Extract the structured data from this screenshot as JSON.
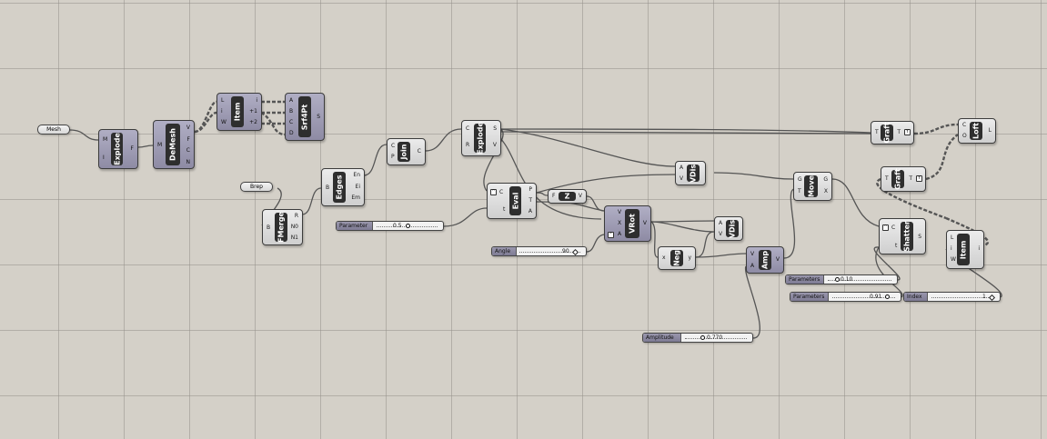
{
  "params": {
    "mesh": "Mesh",
    "brep": "Brep"
  },
  "components": {
    "explode1": {
      "title": "Explode",
      "in": [
        "M",
        "I"
      ],
      "out": [
        "F"
      ]
    },
    "demesh": {
      "title": "DeMesh",
      "in": [
        "M"
      ],
      "out": [
        "V",
        "F",
        "C",
        "N"
      ]
    },
    "item1": {
      "title": "Item",
      "in": [
        "L",
        "i",
        "W"
      ],
      "out": [
        "i",
        "+1",
        "+2"
      ]
    },
    "srf4pt": {
      "title": "Srf4Pt",
      "in": [
        "A",
        "B",
        "C",
        "D"
      ],
      "out": [
        "S"
      ]
    },
    "fmerge": {
      "title": "FMerge",
      "in": [
        "B"
      ],
      "out": [
        "R",
        "N0",
        "N1"
      ]
    },
    "edges": {
      "title": "Edges",
      "in": [
        "B"
      ],
      "out": [
        "En",
        "Ei",
        "Em"
      ]
    },
    "join": {
      "title": "Join",
      "in": [
        "C",
        "P"
      ],
      "out": [
        "C"
      ]
    },
    "explode2": {
      "title": "Explode",
      "in": [
        "C",
        "R"
      ],
      "out": [
        "S",
        "V"
      ]
    },
    "eval": {
      "title": "Eval",
      "in": [
        "C",
        "t"
      ],
      "out": [
        "P",
        "T",
        "A"
      ]
    },
    "z": {
      "title": "Z",
      "in": [
        "F"
      ],
      "out": [
        "V"
      ]
    },
    "vrot": {
      "title": "VRot",
      "in": [
        "V",
        "X",
        "A"
      ],
      "out": [
        "V"
      ]
    },
    "vdis1": {
      "title": "VDis",
      "in": [
        "A",
        "V"
      ],
      "out": []
    },
    "vdis2": {
      "title": "VDis",
      "in": [
        "A",
        "V"
      ],
      "out": []
    },
    "neg": {
      "title": "Neg",
      "in": [
        "x"
      ],
      "out": [
        "y"
      ]
    },
    "amp": {
      "title": "Amp",
      "in": [
        "V",
        "A"
      ],
      "out": [
        "V"
      ]
    },
    "move": {
      "title": "Move",
      "in": [
        "G",
        "T"
      ],
      "out": [
        "G",
        "X"
      ]
    },
    "graft1": {
      "title": "Graft",
      "in": [
        "T"
      ],
      "out": [
        "T"
      ]
    },
    "graft2": {
      "title": "Graft",
      "in": [
        "T"
      ],
      "out": [
        "T"
      ]
    },
    "loft": {
      "title": "Loft",
      "in": [
        "C",
        "O"
      ],
      "out": [
        "L"
      ]
    },
    "shatter": {
      "title": "Shatter",
      "in": [
        "C",
        "t"
      ],
      "out": [
        "S"
      ]
    },
    "item2": {
      "title": "Item",
      "in": [
        "L",
        "i",
        "W"
      ],
      "out": [
        "i"
      ]
    }
  },
  "sliders": {
    "parameter": {
      "label": "Parameter",
      "value": "0.5"
    },
    "angle": {
      "label": "Angle",
      "value": "90"
    },
    "amplitude": {
      "label": "Amplitude",
      "value": "0.770"
    },
    "parameters1": {
      "label": "Parameters",
      "value": "0.10"
    },
    "parameters2": {
      "label": "Parameters",
      "value": "0.91"
    },
    "index": {
      "label": "Index",
      "value": "1"
    }
  },
  "colors": {
    "canvas": "#d4d0c8",
    "grid": "#96928c",
    "component": "#dcdcdc",
    "component_selected": "#9e9bb4",
    "core": "#2e2e2e",
    "wire": "#555555"
  }
}
